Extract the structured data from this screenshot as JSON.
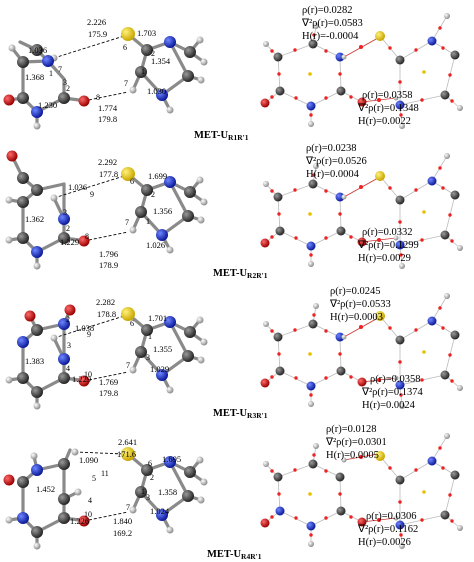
{
  "panels": [
    {
      "label": "MET-U",
      "label_sub": "R1R'1",
      "left": {
        "bonds": [
          "2.226",
          "175.9",
          "1.703",
          "1.036",
          "1.368",
          "1.354",
          "1.230",
          "1.774",
          "179.8",
          "1.030"
        ],
        "atoms": [
          "6",
          "7",
          "1",
          "2",
          "3",
          "8",
          "7",
          "2",
          "1"
        ]
      },
      "right": {
        "bcp1": [
          "ρ(r)=0.0282",
          "∇²ρ(r)=0.0583",
          "H(r)=-0.0004"
        ],
        "bcp2": [
          "ρ(r)=0.0358",
          "∇²ρ(r)=0.1348",
          "H(r)=0.0022"
        ]
      }
    },
    {
      "label": "MET-U",
      "label_sub": "R2R'1",
      "left": {
        "bonds": [
          "2.292",
          "177.8",
          "1.699",
          "1.036",
          "1.362",
          "1.356",
          "1.229",
          "1.796",
          "178.9",
          "1.026"
        ],
        "atoms": [
          "9",
          "3",
          "6",
          "2",
          "8",
          "7",
          "2",
          "1"
        ]
      },
      "right": {
        "bcp1": [
          "ρ(r)=0.0238",
          "∇²ρ(r)=0.0526",
          "H(r)=0.0004"
        ],
        "bcp2": [
          "ρ(r)=0.0332",
          "∇²ρ(r)=0.1299",
          "H(r)=0.0029"
        ]
      }
    },
    {
      "label": "MET-U",
      "label_sub": "R3R'1",
      "left": {
        "bonds": [
          "2.282",
          "178.8",
          "1.701",
          "1.038",
          "1.383",
          "1.355",
          "1.229",
          "1.769",
          "179.8",
          "1.029"
        ],
        "atoms": [
          "9",
          "3",
          "6",
          "2",
          "4",
          "10",
          "7",
          "3",
          "1"
        ]
      },
      "right": {
        "bcp1": [
          "ρ(r)=0.0245",
          "∇²ρ(r)=0.0533",
          "H(r)=0.0003"
        ],
        "bcp2": [
          "ρ(r)=0.0358",
          "∇²ρ(r)=0.1374",
          "H(r)=0.0024"
        ]
      }
    },
    {
      "label": "MET-U",
      "label_sub": "R4R'1",
      "left": {
        "bonds": [
          "2.641",
          "171.6",
          "1.695",
          "1.090",
          "1.452",
          "1.358",
          "1.226",
          "1.840",
          "169.2",
          "1.024"
        ],
        "atoms": [
          "5",
          "11",
          "6",
          "2",
          "4",
          "10",
          "7",
          "3",
          "1"
        ]
      },
      "right": {
        "bcp1": [
          "ρ(r)=0.0128",
          "∇²ρ(r)=0.0301",
          "H(r)=0.0005"
        ],
        "bcp2": [
          "ρ(r)=0.0306",
          "∇²ρ(r)=0.1162",
          "H(r)=0.0026"
        ]
      }
    }
  ]
}
